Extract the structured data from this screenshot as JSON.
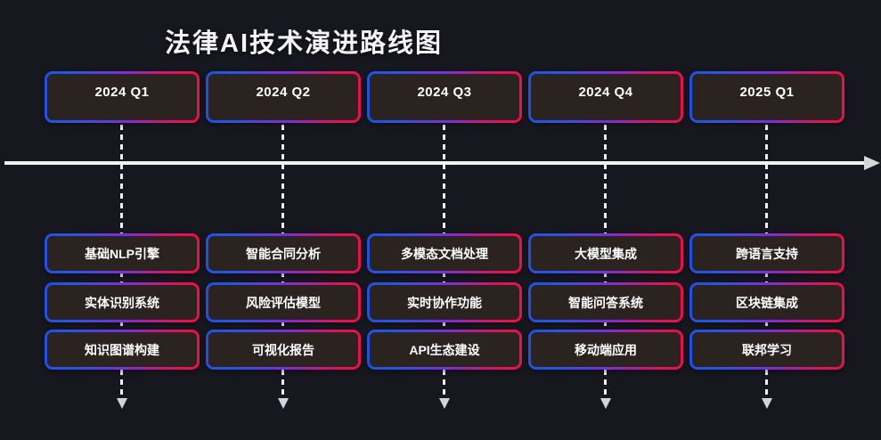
{
  "title": "法律AI技术演进路线图",
  "diagram_type": "roadmap-timeline",
  "timeline": {
    "direction": "left-to-right",
    "arrow": "right"
  },
  "colors": {
    "background": "#17171f",
    "box_fill": "#2a2320",
    "border_gradient_start": "#2150e6",
    "border_gradient_mid": "#7e2ed8",
    "border_gradient_end": "#ec0f4c",
    "axis": "#f2f2f2",
    "text": "#ffffff"
  },
  "columns": [
    {
      "quarter": "2024 Q1",
      "items": [
        "基础NLP引擎",
        "实体识别系统",
        "知识图谱构建"
      ]
    },
    {
      "quarter": "2024 Q2",
      "items": [
        "智能合同分析",
        "风险评估模型",
        "可视化报告"
      ]
    },
    {
      "quarter": "2024 Q3",
      "items": [
        "多模态文档处理",
        "实时协作功能",
        "API生态建设"
      ]
    },
    {
      "quarter": "2024 Q4",
      "items": [
        "大模型集成",
        "智能问答系统",
        "移动端应用"
      ]
    },
    {
      "quarter": "2025 Q1",
      "items": [
        "跨语言支持",
        "区块链集成",
        "联邦学习"
      ]
    }
  ]
}
